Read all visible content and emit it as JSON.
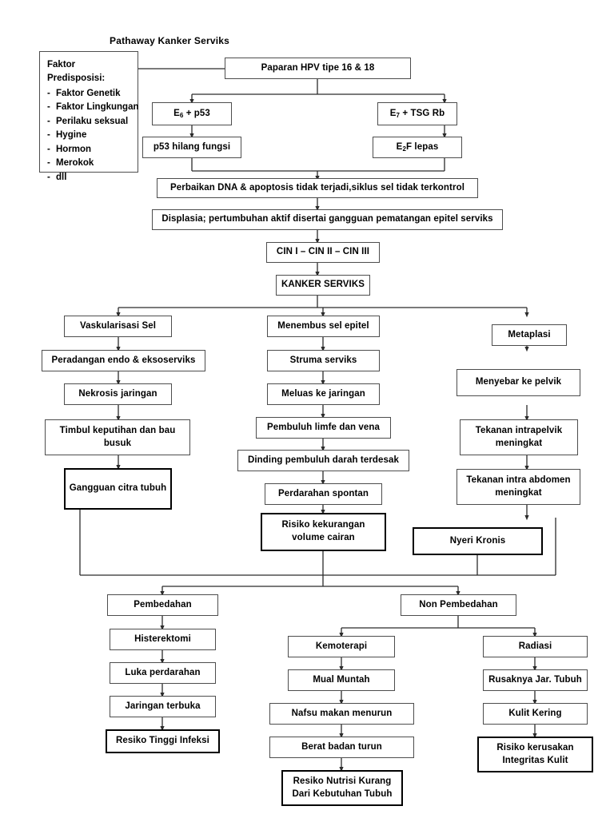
{
  "title": "Pathaway Kanker Serviks",
  "predisposition": {
    "heading": "Faktor Predisposisi:",
    "items": [
      "Faktor Genetik",
      "Faktor Lingkungan",
      "Perilaku seksual",
      "Hygine",
      "Hormon",
      "Merokok",
      "dll"
    ]
  },
  "nodes": {
    "hpv": "Paparan HPV tipe 16 & 18",
    "e6": "E6 + p53",
    "e7": "E7 + TSG Rb",
    "p53lost": "p53 hilang fungsi",
    "e2f": "E2F lepas",
    "dna": "Perbaikan DNA & apoptosis tidak terjadi,siklus sel tidak terkontrol",
    "displasia": "Displasia; pertumbuhan aktif disertai gangguan pematangan epitel serviks",
    "cin": "CIN I – CIN II – CIN III",
    "kanker": "KANKER SERVIKS",
    "vaskularisasi": "Vaskularisasi Sel",
    "peradangan": "Peradangan endo & eksoserviks",
    "nekrosis": "Nekrosis jaringan",
    "keputihan": "Timbul keputihan dan bau busuk",
    "gangguan_citra": "Gangguan citra tubuh",
    "menembus": "Menembus sel epitel",
    "struma": "Struma serviks",
    "meluas": "Meluas ke jaringan",
    "pembuluh": "Pembuluh limfe dan vena",
    "dinding": "Dinding pembuluh darah terdesak",
    "perdarahan": "Perdarahan spontan",
    "risiko_cairan": "Risiko kekurangan volume cairan",
    "metaplasi": "Metaplasi",
    "menyebar": "Menyebar ke pelvik",
    "intrapelvik": "Tekanan intrapelvik meningkat",
    "intraabdomen": "Tekanan intra abdomen meningkat",
    "nyeri": "Nyeri Kronis",
    "pembedahan": "Pembedahan",
    "histerektomi": "Histerektomi",
    "luka": "Luka perdarahan",
    "jaringan_terbuka": "Jaringan terbuka",
    "resiko_infeksi": "Resiko Tinggi Infeksi",
    "non_pembedahan": "Non Pembedahan",
    "kemoterapi": "Kemoterapi",
    "mual": "Mual Muntah",
    "nafsu": "Nafsu makan menurun",
    "berat": "Berat badan turun",
    "resiko_nutrisi": "Resiko Nutrisi Kurang Dari Kebutuhan Tubuh",
    "radiasi": "Radiasi",
    "rusak_jar": "Rusaknya Jar. Tubuh",
    "kulit_kering": "Kulit Kering",
    "resiko_kulit": "Risiko kerusakan Integritas Kulit"
  },
  "colors": {
    "background": "#ffffff",
    "box_border": "#4d4d4d",
    "emphasis_border": "#000000",
    "connector": "#2b2b2b",
    "text": "#000000"
  }
}
